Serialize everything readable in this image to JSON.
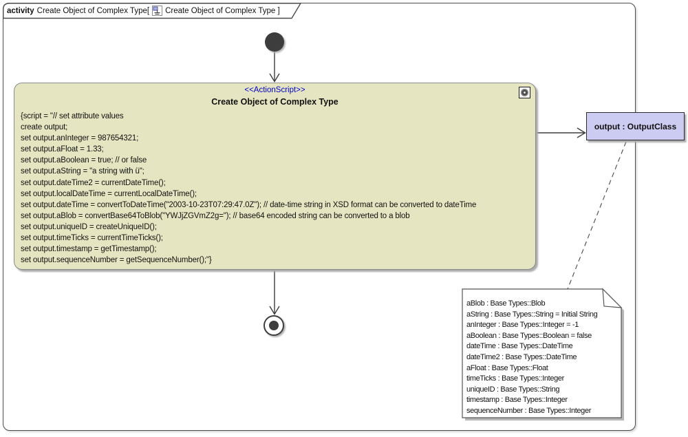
{
  "frame": {
    "kind_label": "activity",
    "title_part1": "Create Object of Complex Type[",
    "title_part2": "Create Object of Complex Type ]"
  },
  "action_node": {
    "stereotype": "<<ActionScript>>",
    "title": "Create Object of Complex Type",
    "script_lines": [
      "{script = \"// set attribute values",
      "create output;",
      "set output.anInteger = 987654321;",
      "set output.aFloat = 1.33;",
      "set output.aBoolean = true; // or false",
      "set output.aString = \"a string with ü\";",
      "set output.dateTime2 = currentDateTime();",
      "set output.localDateTime = currentLocalDateTime();",
      "set output.dateTime = convertToDateTime(\"2003-10-23T07:29:47.0Z\"); // date-time string in XSD format can be converted to dateTime",
      "set output.aBlob = convertBase64ToBlob(\"YWJjZGVmZ2g=\"); // base64 encoded string can be converted to a blob",
      "set output.uniqueID = createUniqueID();",
      "set output.timeTicks = currentTimeTicks();",
      "set output.timestamp = getTimestamp();",
      "set output.sequenceNumber = getSequenceNumber();\"}"
    ]
  },
  "output_node": {
    "label": "output : OutputClass"
  },
  "note": {
    "lines": [
      "aBlob : Base Types::Blob",
      "aString : Base Types::String = Initial String",
      "anInteger : Base Types::Integer = -1",
      "aBoolean : Base Types::Boolean = false",
      "dateTime : Base Types::DateTime",
      "dateTime2 : Base Types::DateTime",
      "aFloat : Base Types::Float",
      "timeTicks : Base Types::Integer",
      "uniqueID : Base Types::String",
      "timestamp : Base Types::Integer",
      "sequenceNumber : Base Types::Integer"
    ]
  },
  "icons": {
    "tab_icon": "activity-diagram-icon",
    "action_icon": "gear-icon"
  },
  "colors": {
    "frame_border": "#4a4a4a",
    "edge_color": "#3d3d3d",
    "node_color": "#3d3d3d",
    "action_fill": "#e5e5c1",
    "action_border": "#8a8a8a",
    "stereotype_color": "#0000cc",
    "output_fill": "#ccccf2",
    "output_border": "#2a2a2a",
    "note_border": "#555555"
  }
}
